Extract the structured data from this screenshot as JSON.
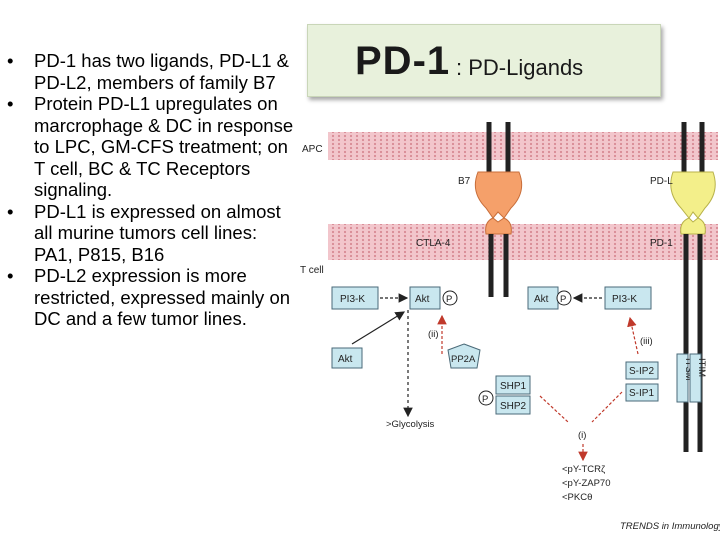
{
  "bullets": [
    "PD-1 has two ligands, PD-L1 & PD-L2, members of family B7",
    "Protein PD-L1 upregulates on marcrophage & DC in response to LPC, GM-CFS treatment;  on T cell, BC & TC Receptors signaling.",
    "PD-L1 is expressed on almost all murine tumors cell lines: PA1, P815, B16",
    "PD-L2 expression is more restricted, expressed mainly on DC and a few tumor lines."
  ],
  "title": {
    "main": "PD-1",
    "sub": ": PD-Ligands"
  },
  "diagram": {
    "membranes": {
      "apc": "APC",
      "tcell": "T cell"
    },
    "receptors": {
      "b7": "B7",
      "pdl": "PD-L",
      "ctla4": "CTLA-4",
      "pd1": "PD-1"
    },
    "boxes": {
      "pi3k_left": "PI3-K",
      "akt_left": "Akt",
      "akt_right": "Akt",
      "pi3k_right": "PI3-K",
      "akt_bottom": "Akt",
      "pp2a": "PP2A",
      "shp1": "SHP1",
      "shp2": "SHP2",
      "ship2": "S-IP2",
      "ship1": "S-IP1",
      "itsm": "ITSM",
      "itim": "ITIM"
    },
    "phospho": "P",
    "labels": {
      "ii_left": "(ii)",
      "ii_right": "(iii)",
      "i": "(i)",
      "glycolysis": ">Glycolysis",
      "targets": [
        "<pY-TCRζ",
        "<pY-ZAP70",
        "<PKCθ"
      ]
    },
    "credit": "TRENDS in Immunology"
  },
  "colors": {
    "membrane": "#f2c6cc",
    "membrane_dot": "#d88a95",
    "b7_head": "#f5a06a",
    "pdl_head": "#f3ef8a",
    "box_fill": "#c9e7ef",
    "box_stroke": "#4a6a78",
    "arrow_red": "#c0392b",
    "title_bg": "#e8f1dc"
  }
}
